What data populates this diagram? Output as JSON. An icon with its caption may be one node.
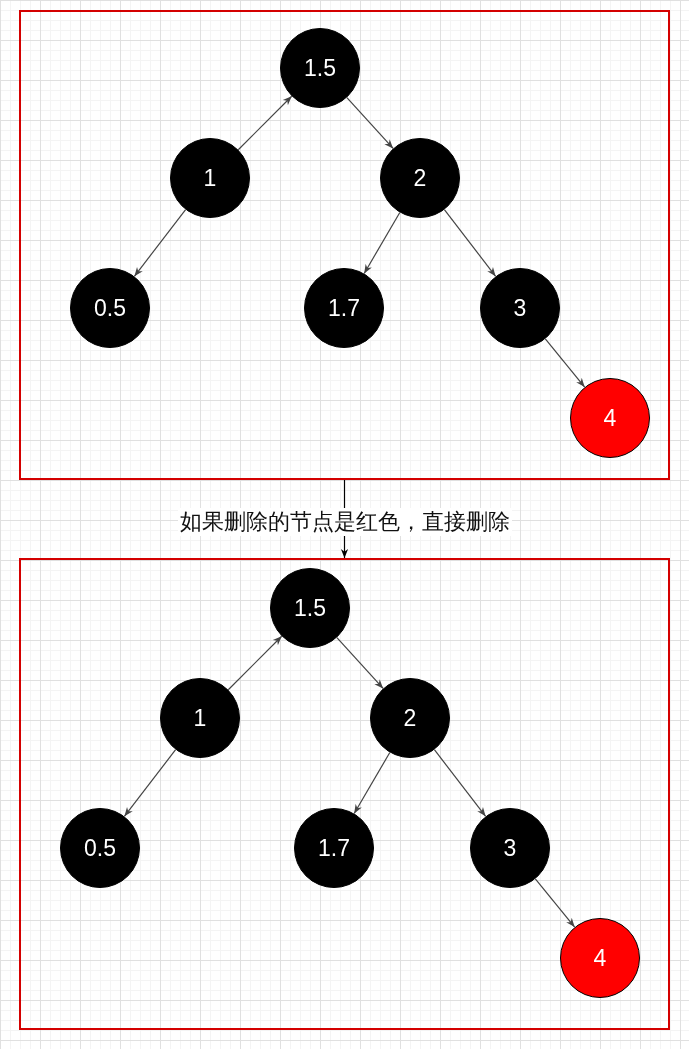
{
  "diagram": {
    "nodes": [
      {
        "text": [],
        "shape": "box"
      },
      {
        "text": [
          "1.5"
        ],
        "in": 0
      },
      {
        "text": [
          "1"
        ],
        "in": 0
      },
      {
        "text": [
          "2"
        ],
        "in": 0
      },
      {
        "text": [
          "0.5"
        ],
        "in": 0
      },
      {
        "text": [
          "1.7"
        ],
        "in": 0
      },
      {
        "text": [
          "3"
        ],
        "in": 0
      },
      {
        "text": [
          "4"
        ],
        "in": 0
      },
      {
        "text": [],
        "shape": "box"
      },
      {
        "text": [
          "1.5"
        ],
        "in": 8
      },
      {
        "text": [
          "1"
        ],
        "in": 8
      },
      {
        "text": [
          "2"
        ],
        "in": 8
      },
      {
        "text": [
          "0.5"
        ],
        "in": 8
      },
      {
        "text": [
          "1.7"
        ],
        "in": 8
      },
      {
        "text": [
          "3"
        ],
        "in": 8
      },
      {
        "text": [
          "4"
        ],
        "in": 8
      }
    ],
    "edges": [
      {
        "from": 2,
        "to": 1,
        "arrow": "to"
      },
      {
        "from": 1,
        "to": 3,
        "arrow": "to"
      },
      {
        "from": 2,
        "to": 4,
        "arrow": "to"
      },
      {
        "from": 3,
        "to": 5,
        "arrow": "to"
      },
      {
        "from": 3,
        "to": 6,
        "arrow": "to"
      },
      {
        "from": 6,
        "to": 7,
        "arrow": "to"
      },
      {
        "from": 0,
        "to": 8,
        "arrow": "to",
        "label": "如果删除的节点是红色，直接删除",
        "color": "#000000"
      },
      {
        "from": 10,
        "to": 9,
        "arrow": "to"
      },
      {
        "from": 9,
        "to": 11,
        "arrow": "to"
      },
      {
        "from": 10,
        "to": 12,
        "arrow": "to"
      },
      {
        "from": 11,
        "to": 13,
        "arrow": "to"
      },
      {
        "from": 11,
        "to": 14,
        "arrow": "to"
      },
      {
        "from": 14,
        "to": 15,
        "arrow": "to"
      }
    ]
  }
}
